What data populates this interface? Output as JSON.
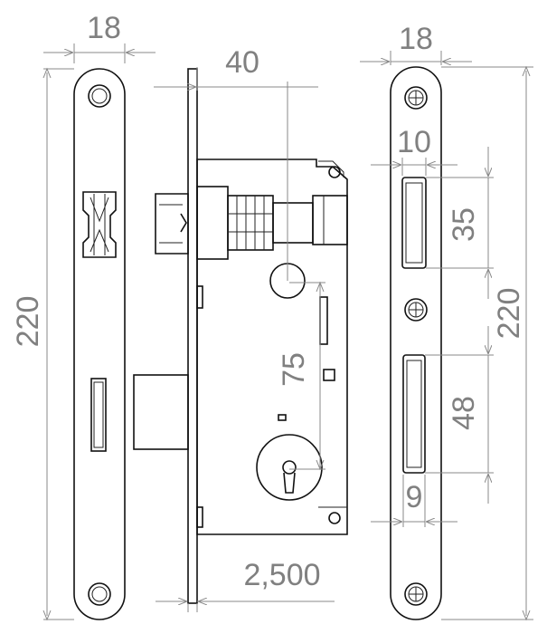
{
  "dimensions": {
    "faceplate_width": "18",
    "backset": "40",
    "strike_width": "18",
    "slot_width": "10",
    "latch_slot_height": "35",
    "overall_height_left": "220",
    "strike_height": "220",
    "center_distance": "75",
    "bolt_slot_height": "48",
    "bolt_slot_width": "9",
    "faceplate_thickness": "2,500"
  }
}
